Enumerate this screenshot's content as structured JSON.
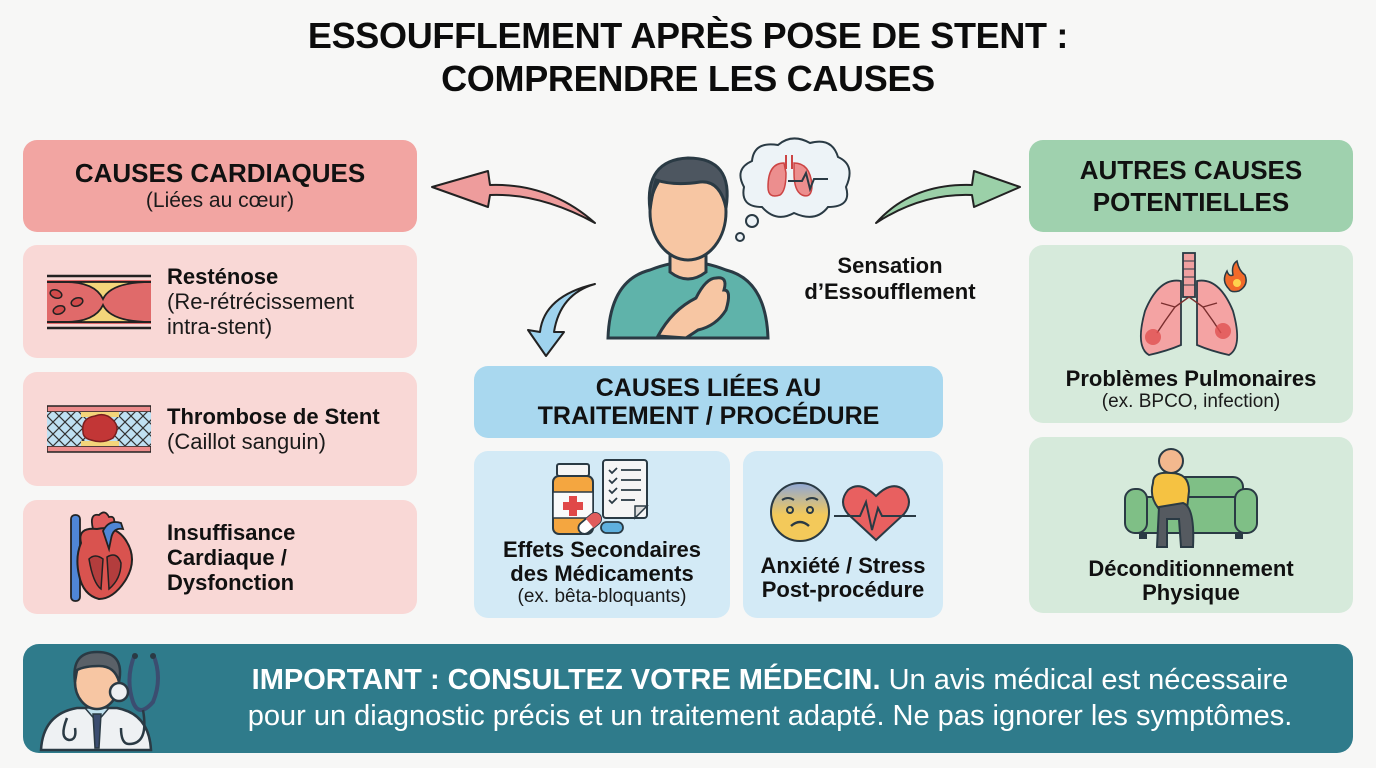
{
  "title": {
    "line1": "ESSOUFFLEMENT APRÈS POSE DE STENT :",
    "line2": "COMPRENDRE LES CAUSES"
  },
  "center": {
    "symptom_label_line1": "Sensation",
    "symptom_label_line2": "d’Essoufflement",
    "person_icon": "person-hand-on-chest-icon",
    "thought_icon": "lungs-ecg-thought-bubble-icon"
  },
  "cardiac": {
    "header": "CAUSES CARDIAQUES",
    "subheader": "(Liées au cœur)",
    "color": "#f2a5a2",
    "items": [
      {
        "title": "Resténose",
        "desc_line1": "(Re-rétrécissement",
        "desc_line2": "intra-stent)",
        "icon": "narrowed-artery-icon"
      },
      {
        "title": "Thrombose de Stent",
        "desc_line1": "(Caillot sanguin)",
        "icon": "stent-clot-icon"
      },
      {
        "title_line1": "Insuffisance",
        "title_line2": "Cardiaque /",
        "title_line3": "Dysfonction",
        "icon": "heart-anatomy-icon"
      }
    ]
  },
  "treatment": {
    "header_line1": "CAUSES LIÉES AU",
    "header_line2": "TRAITEMENT / PROCÉDURE",
    "color": "#a9d8ef",
    "items": [
      {
        "title_line1": "Effets Secondaires",
        "title_line2": "des Médicaments",
        "desc": "(ex. bêta-bloquants)",
        "icon": "medication-bottle-checklist-icon"
      },
      {
        "title_line1": "Anxiété / Stress",
        "title_line2": "Post-procédure",
        "icon": "anxious-face-heartbeat-icon"
      }
    ]
  },
  "other": {
    "header_line1": "AUTRES CAUSES",
    "header_line2": "POTENTIELLES",
    "color": "#9fd1ae",
    "items": [
      {
        "title": "Problèmes Pulmonaires",
        "desc": "(ex. BPCO, infection)",
        "icon": "inflamed-lungs-icon"
      },
      {
        "title_line1": "Déconditionnement",
        "title_line2": "Physique",
        "icon": "person-on-couch-icon"
      }
    ]
  },
  "banner": {
    "bold": "IMPORTANT : CONSULTEZ VOTRE MÉDECIN.",
    "text_line1": " Un avis médical est nécessaire",
    "text_line2": "pour un diagnostic précis et un traitement adapté. Ne pas ignorer les symptômes.",
    "color": "#2f7b8b",
    "icon": "doctor-stethoscope-icon"
  }
}
